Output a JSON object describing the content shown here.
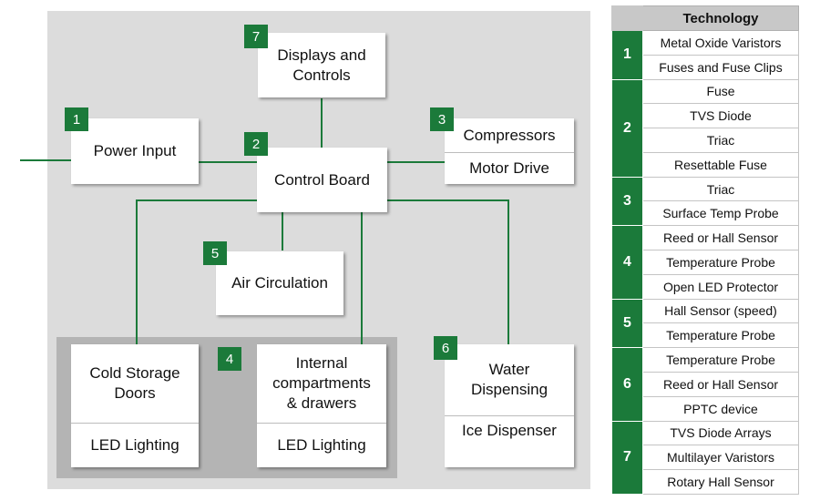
{
  "diagram": {
    "boxes": {
      "displays": "Displays and\nControls",
      "power_input": "Power Input",
      "control_board": "Control Board",
      "compressors": "Compressors",
      "motor_drive": "Motor Drive",
      "air_circulation": "Air Circulation",
      "cold_storage_doors": "Cold Storage\nDoors",
      "cold_storage_led": "LED Lighting",
      "internal_compartments": "Internal\ncompartments\n& drawers",
      "internal_led": "LED Lighting",
      "water_dispensing": "Water\nDispensing",
      "ice_dispenser": "Ice Dispenser"
    },
    "badges": {
      "displays": "7",
      "power_input": "1",
      "control_board": "2",
      "compressors": "3",
      "air_circulation": "5",
      "group_4": "4",
      "water": "6"
    }
  },
  "table": {
    "header": "Technology",
    "groups": [
      {
        "id": "1",
        "items": [
          "Metal Oxide Varistors",
          "Fuses and Fuse Clips"
        ]
      },
      {
        "id": "2",
        "items": [
          "Fuse",
          "TVS Diode",
          "Triac",
          "Resettable Fuse"
        ]
      },
      {
        "id": "3",
        "items": [
          "Triac",
          "Surface Temp Probe"
        ]
      },
      {
        "id": "4",
        "items": [
          "Reed or Hall Sensor",
          "Temperature Probe",
          "Open LED Protector"
        ]
      },
      {
        "id": "5",
        "items": [
          "Hall Sensor (speed)",
          "Temperature Probe"
        ]
      },
      {
        "id": "6",
        "items": [
          "Temperature Probe",
          "Reed or Hall Sensor",
          "PPTC device"
        ]
      },
      {
        "id": "7",
        "items": [
          "TVS Diode Arrays",
          "Multilayer Varistors",
          "Rotary Hall Sensor"
        ]
      }
    ]
  },
  "colors": {
    "accent_green": "#1b7a3a",
    "panel_gray": "#dcdcdc",
    "subpanel_gray": "#b4b4b4"
  }
}
